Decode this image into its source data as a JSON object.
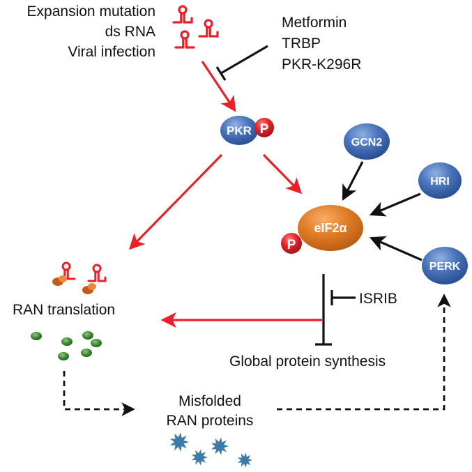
{
  "inputs": [
    "Expansion mutation",
    "ds RNA",
    "Viral infection"
  ],
  "inhibitors_pkr": [
    "Metformin",
    "TRBP",
    "PKR-K296R"
  ],
  "nodes": {
    "pkr": "PKR",
    "phospho": "P",
    "gcn2": "GCN2",
    "hri": "HRI",
    "perk": "PERK",
    "eif2a": "eIF2α"
  },
  "labels": {
    "ran_translation": "RAN translation",
    "isrib": "ISRIB",
    "global_synthesis": "Global protein synthesis",
    "misfolded_line1": "Misfolded",
    "misfolded_line2": "RAN proteins"
  },
  "colors": {
    "activation": "#e8202a",
    "inhibition": "#111111",
    "kinase_blue": "#3d68b4",
    "eif2a_orange": "#e07b24",
    "phospho_red": "#d81e27",
    "granule_green": "#3f8a35",
    "protein_blue": "#3d7aa8"
  }
}
